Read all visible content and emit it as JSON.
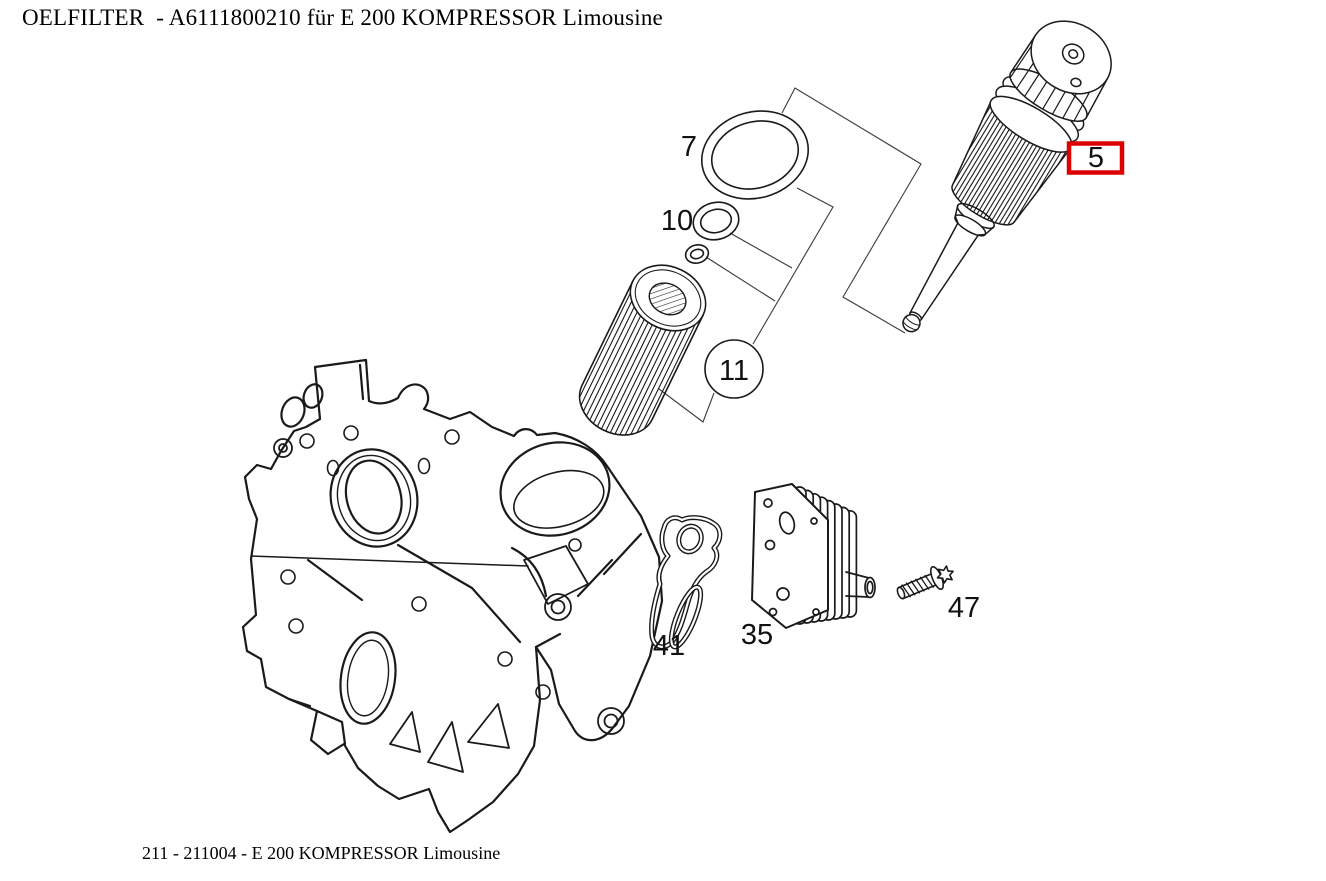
{
  "page": {
    "title": "OELFILTER  - A6111800210 für E 200 KOMPRESSOR Limousine",
    "footer": "211 - 211004 - E 200 KOMPRESSOR Limousine"
  },
  "diagram": {
    "highlight_color": "#dd0000",
    "callouts": {
      "filter_cap": {
        "label": "5",
        "highlighted": true
      },
      "seal_ring_large": {
        "label": "7"
      },
      "seal_ring_small": {
        "label": "10"
      },
      "filter_kit_balloon": {
        "label": "11"
      },
      "oil_cooler": {
        "label": "35"
      },
      "gasket": {
        "label": "41"
      },
      "bolt": {
        "label": "47"
      }
    }
  }
}
